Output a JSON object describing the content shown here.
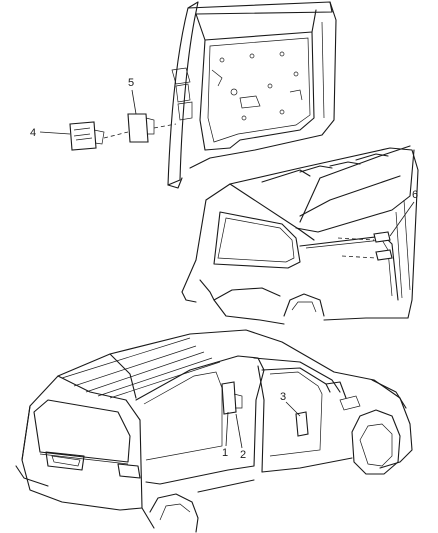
{
  "callouts": {
    "c1": "1",
    "c2": "2",
    "c3": "3",
    "c4": "4",
    "c5": "5",
    "c6": "6"
  },
  "icons": [
    "door-frame-illustration",
    "liftgate-illustration",
    "minivan-illustration"
  ]
}
